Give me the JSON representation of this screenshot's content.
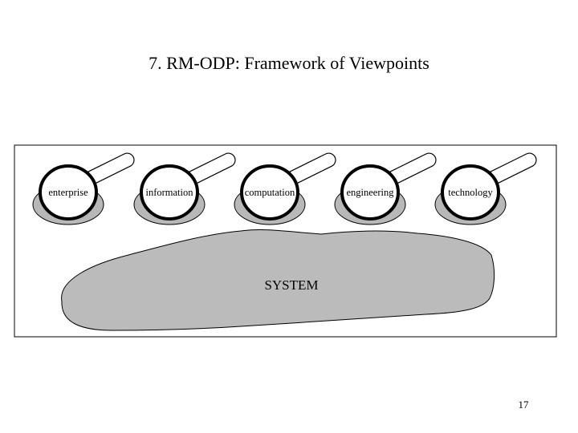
{
  "slide": {
    "title": "7. RM-ODP: Framework of Viewpoints",
    "page_number": "17"
  },
  "diagram": {
    "viewpoints": [
      {
        "label": "enterprise"
      },
      {
        "label": "information"
      },
      {
        "label": "computation"
      },
      {
        "label": "engineering"
      },
      {
        "label": "technology"
      }
    ],
    "system_label": "SYSTEM",
    "colors": {
      "system_fill": "#bbbbbb",
      "lens_shadow": "#b8b8b8",
      "lens_rim": "#000000",
      "frame": "#000000"
    }
  }
}
